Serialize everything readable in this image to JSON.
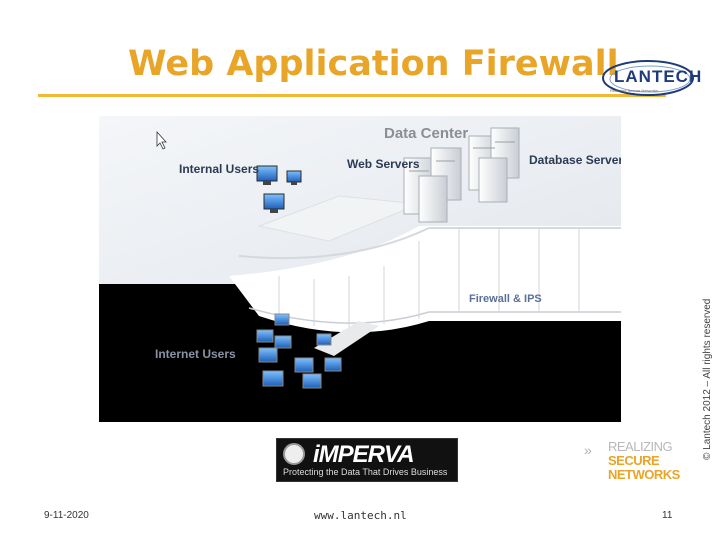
{
  "slide": {
    "title": "Web Application Firewall",
    "logo": {
      "word": "LANTECH",
      "tagline": "Realizing Secure Networks"
    },
    "copyright": "© Lantech 2012 – All rights reserved"
  },
  "diagram": {
    "data_center": "Data Center",
    "internal_users": "Internal Users",
    "web_servers": "Web Servers",
    "database_servers": "Database Servers",
    "firewall": "Firewall & IPS",
    "internet_users": "Internet Users"
  },
  "imperva": {
    "word": "iMPERVA",
    "tagline": "Protecting the Data That Drives Business"
  },
  "realizing": {
    "line1": "REALIZING",
    "line2": "SECURE",
    "line3": "NETWORKS"
  },
  "footer": {
    "date": "9-11-2020",
    "url": "www.lantech.nl",
    "page": "11"
  },
  "colors": {
    "title": "#e8a528",
    "rule": "#f2b733",
    "logo_blue": "#1f3b7a",
    "internet_bg": "#000000"
  }
}
